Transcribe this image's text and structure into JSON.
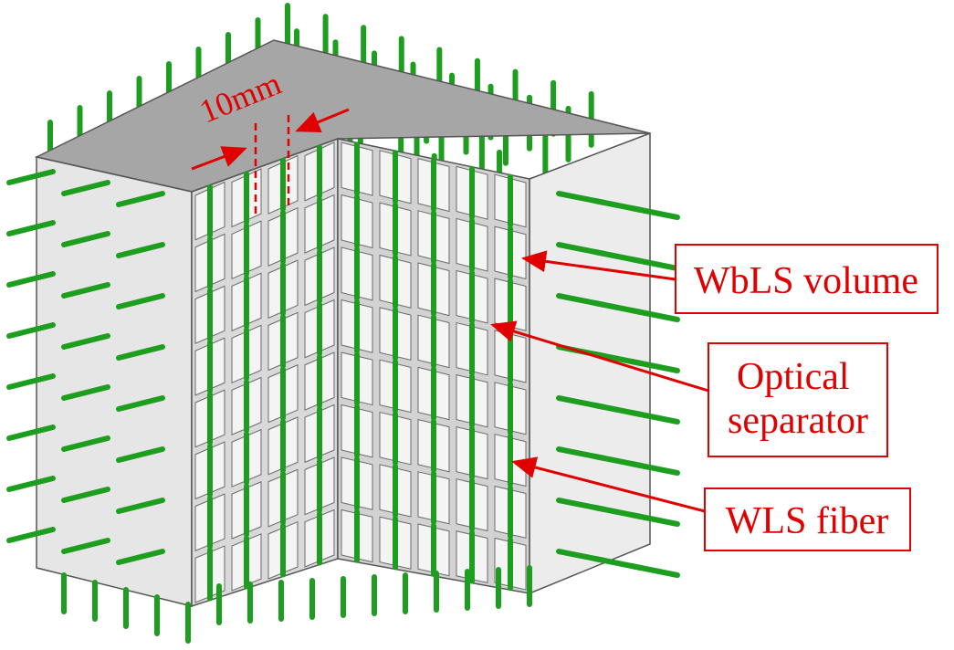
{
  "dimension": {
    "label": "10mm"
  },
  "callouts": {
    "wbls": {
      "lines": [
        "WbLS volume"
      ]
    },
    "separator": {
      "lines": [
        "Optical",
        "separator"
      ]
    },
    "fiber": {
      "lines": [
        "WLS fiber"
      ]
    }
  },
  "colors": {
    "annotation": "#e00000",
    "fiber": "#1e9e1e",
    "fiber_dark": "#137313",
    "face_light": "#e6e6e6",
    "face_top": "#a6a6a6",
    "edge": "#555555"
  },
  "icons": [
    "arrow-icon"
  ]
}
